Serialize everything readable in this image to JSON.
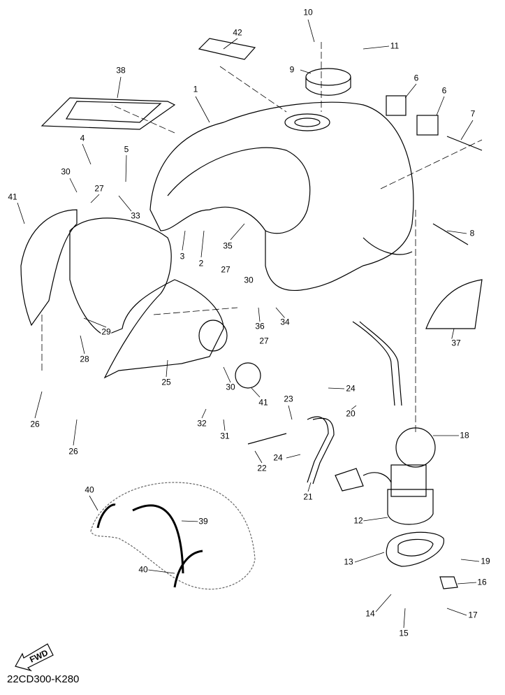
{
  "diagram_code": "22CD300-K280",
  "fwd_label": "FWD",
  "callouts": [
    "10",
    "11",
    "42",
    "9",
    "38",
    "1",
    "6",
    "6",
    "7",
    "4",
    "5",
    "30",
    "27",
    "41",
    "33",
    "3",
    "2",
    "35",
    "8",
    "27",
    "30",
    "34",
    "36",
    "29",
    "28",
    "27",
    "37",
    "25",
    "30",
    "41",
    "24",
    "20",
    "23",
    "26",
    "32",
    "31",
    "18",
    "26",
    "22",
    "24",
    "21",
    "40",
    "39",
    "12",
    "13",
    "19",
    "40",
    "16",
    "14",
    "17",
    "15"
  ]
}
